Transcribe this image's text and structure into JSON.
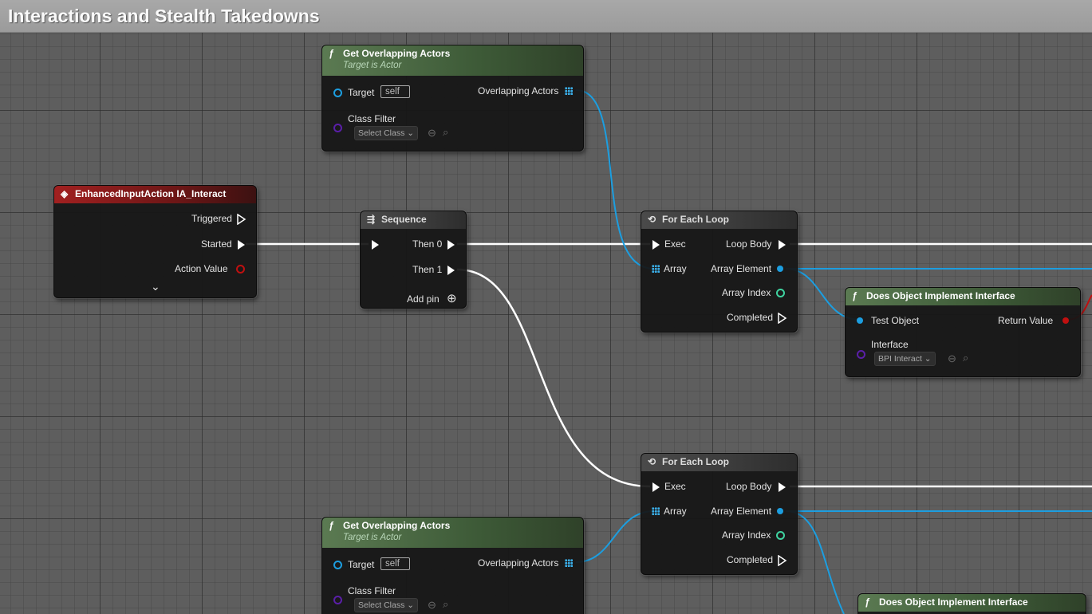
{
  "comment": {
    "title": "Interactions and Stealth Takedowns"
  },
  "event_node": {
    "title": "EnhancedInputAction IA_Interact",
    "pins": {
      "triggered": "Triggered",
      "started": "Started",
      "action_value": "Action Value"
    },
    "expand_icon": "chevron-down-icon"
  },
  "sequence_node": {
    "title": "Sequence",
    "pins": {
      "then0": "Then 0",
      "then1": "Then 1",
      "add_pin": "Add pin"
    }
  },
  "get_overlapping_1": {
    "title": "Get Overlapping Actors",
    "subtitle": "Target is Actor",
    "target_label": "Target",
    "target_value": "self",
    "output_label": "Overlapping Actors",
    "class_filter_label": "Class Filter",
    "class_filter_value": "Select Class"
  },
  "get_overlapping_2": {
    "title": "Get Overlapping Actors",
    "subtitle": "Target is Actor",
    "target_label": "Target",
    "target_value": "self",
    "output_label": "Overlapping Actors",
    "class_filter_label": "Class Filter",
    "class_filter_value": "Select Class"
  },
  "foreach_1": {
    "title": "For Each Loop",
    "pins": {
      "exec": "Exec",
      "array": "Array",
      "loop_body": "Loop Body",
      "array_element": "Array Element",
      "array_index": "Array Index",
      "completed": "Completed"
    }
  },
  "foreach_2": {
    "title": "For Each Loop",
    "pins": {
      "exec": "Exec",
      "array": "Array",
      "loop_body": "Loop Body",
      "array_element": "Array Element",
      "array_index": "Array Index",
      "completed": "Completed"
    }
  },
  "does_implement_1": {
    "title": "Does Object Implement Interface",
    "test_object_label": "Test Object",
    "return_label": "Return Value",
    "interface_label": "Interface",
    "interface_value": "BPI Interact"
  },
  "does_implement_2": {
    "title": "Does Object Implement Interface"
  },
  "colors": {
    "exec_wire": "#ffffff",
    "object_wire": "#1c9ee0",
    "bool_pin": "#c01010",
    "class_pin": "#5a1fa8",
    "int_pin": "#3fd3a0",
    "func_header": "#4d6b45",
    "event_header": "#8c1c1c"
  }
}
